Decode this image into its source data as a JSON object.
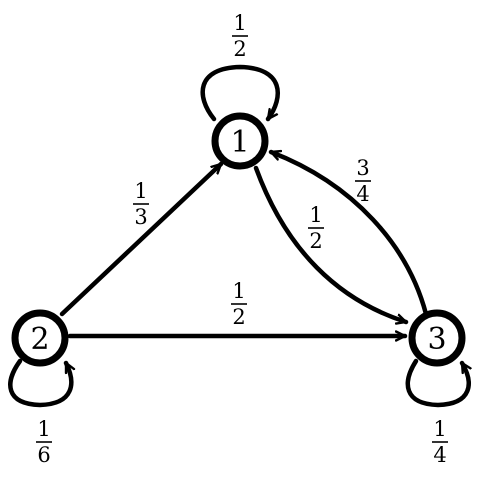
{
  "nodes": [
    {
      "id": "1",
      "label": "1"
    },
    {
      "id": "2",
      "label": "2"
    },
    {
      "id": "3",
      "label": "3"
    }
  ],
  "edges": [
    {
      "id": "loop-1",
      "from": "1",
      "to": "1",
      "weight": {
        "num": "1",
        "den": "2"
      }
    },
    {
      "id": "2-to-1",
      "from": "2",
      "to": "1",
      "weight": {
        "num": "1",
        "den": "3"
      }
    },
    {
      "id": "1-to-3",
      "from": "1",
      "to": "3",
      "weight": {
        "num": "1",
        "den": "2"
      }
    },
    {
      "id": "3-to-1",
      "from": "3",
      "to": "1",
      "weight": {
        "num": "3",
        "den": "4"
      }
    },
    {
      "id": "2-to-3",
      "from": "2",
      "to": "3",
      "weight": {
        "num": "1",
        "den": "2"
      }
    },
    {
      "id": "loop-2",
      "from": "2",
      "to": "2",
      "weight": {
        "num": "1",
        "den": "6"
      }
    },
    {
      "id": "loop-3",
      "from": "3",
      "to": "3",
      "weight": {
        "num": "1",
        "den": "4"
      }
    }
  ],
  "colors": {
    "stroke": "#000000",
    "background": "#ffffff"
  }
}
